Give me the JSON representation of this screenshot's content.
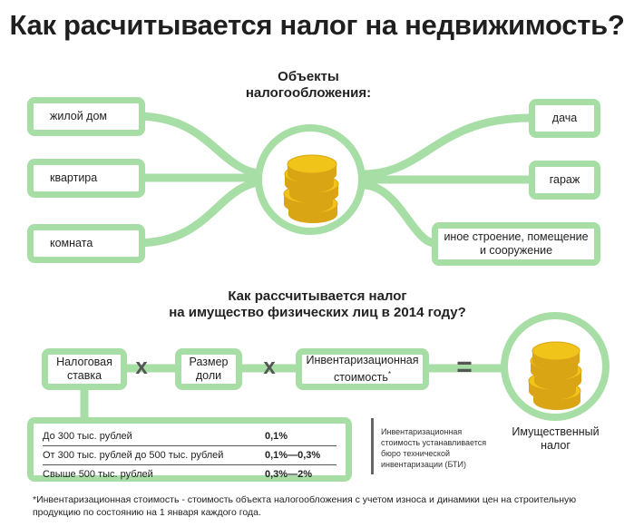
{
  "title": "Как расчитывается налог на недвижимость?",
  "objects": {
    "heading_line1": "Объекты",
    "heading_line2": "налогообложения:",
    "left_items": [
      "жилой дом",
      "квартира",
      "комната"
    ],
    "right_items": [
      "дача",
      "гараж"
    ],
    "right_item_multiline": [
      "иное строение, помещение",
      "и сооружение"
    ]
  },
  "formula": {
    "heading_line1": "Как рассчитывается налог",
    "heading_line2": "на имущество физических лиц в 2014 году?",
    "rate_label": [
      "Налоговая",
      "ставка"
    ],
    "share_label": [
      "Размер",
      "доли"
    ],
    "inventory_label": "Инвентаризационная",
    "inventory_label2": "стоимость",
    "inventory_mark": "*",
    "multiply": "x",
    "equals": "=",
    "result_label": [
      "Имущественный",
      "налог"
    ]
  },
  "rates": [
    {
      "range": "До 300 тыс. рублей",
      "rate": "0,1%"
    },
    {
      "range": "От 300 тыс. рублей до 500 тыс. рублей",
      "rate": "0,1%—0,3%"
    },
    {
      "range": "Свыше 500 тыс. рублей",
      "rate": "0,3%—2%"
    }
  ],
  "note": [
    "Инвентаризационная",
    "стоимость устанавливается",
    "бюро технической",
    "инвентаризации (БТИ)"
  ],
  "footnote": [
    "*Инвентаризационная стоимость - стоимость объекта налогообложения с учетом износа и динамики цен на строительную",
    "продукцию по состоянию на 1 января каждого года."
  ],
  "colors": {
    "accent": "#a7dea5",
    "coin": "#f0c419",
    "coin_dark": "#d9a514"
  }
}
